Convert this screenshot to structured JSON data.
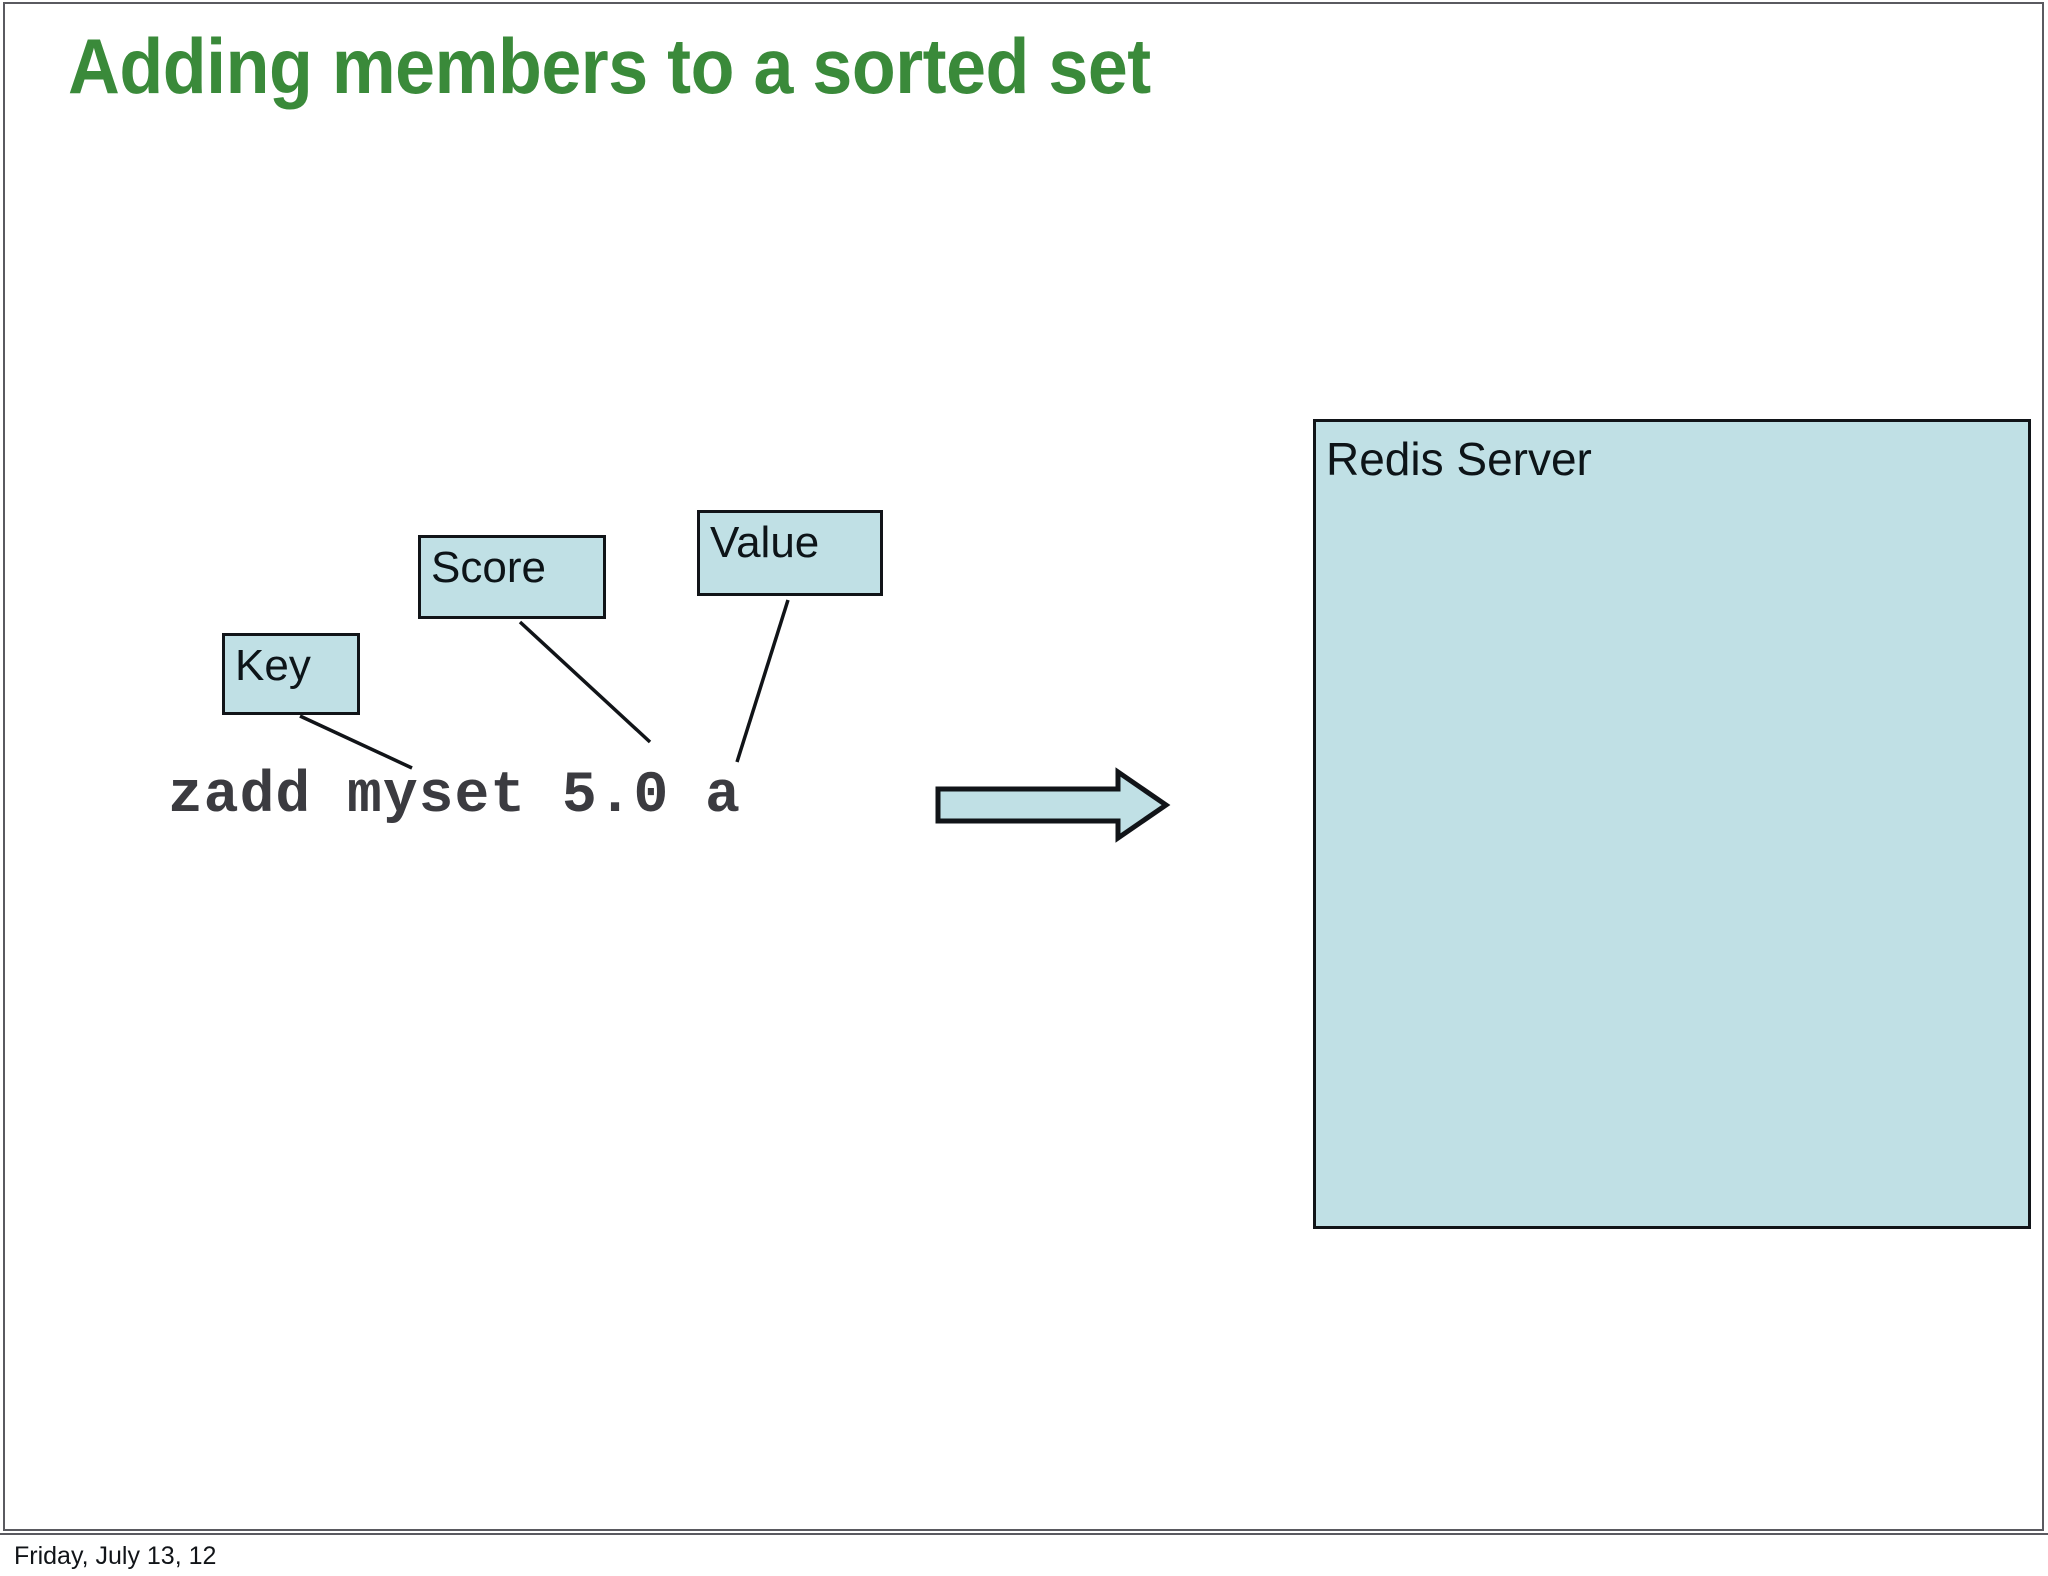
{
  "slide": {
    "title": "Adding members to a sorted set",
    "title_color": "#3a8a3a",
    "background_color": "#ffffff"
  },
  "diagram": {
    "box_fill_color": "#c0e0e5",
    "box_border_color": "#111418",
    "callouts": [
      {
        "id": "key",
        "label": "Key"
      },
      {
        "id": "score",
        "label": "Score"
      },
      {
        "id": "value",
        "label": "Value"
      }
    ],
    "command": "zadd myset 5.0 a",
    "command_parts": {
      "command_name": "zadd",
      "key": "myset",
      "score": "5.0",
      "value": "a"
    },
    "arrow": {
      "name": "flow-arrow-right",
      "direction": "right"
    },
    "server_panel": {
      "label": "Redis Server",
      "contents": ""
    }
  },
  "footer": {
    "date": "Friday, July 13, 12"
  }
}
